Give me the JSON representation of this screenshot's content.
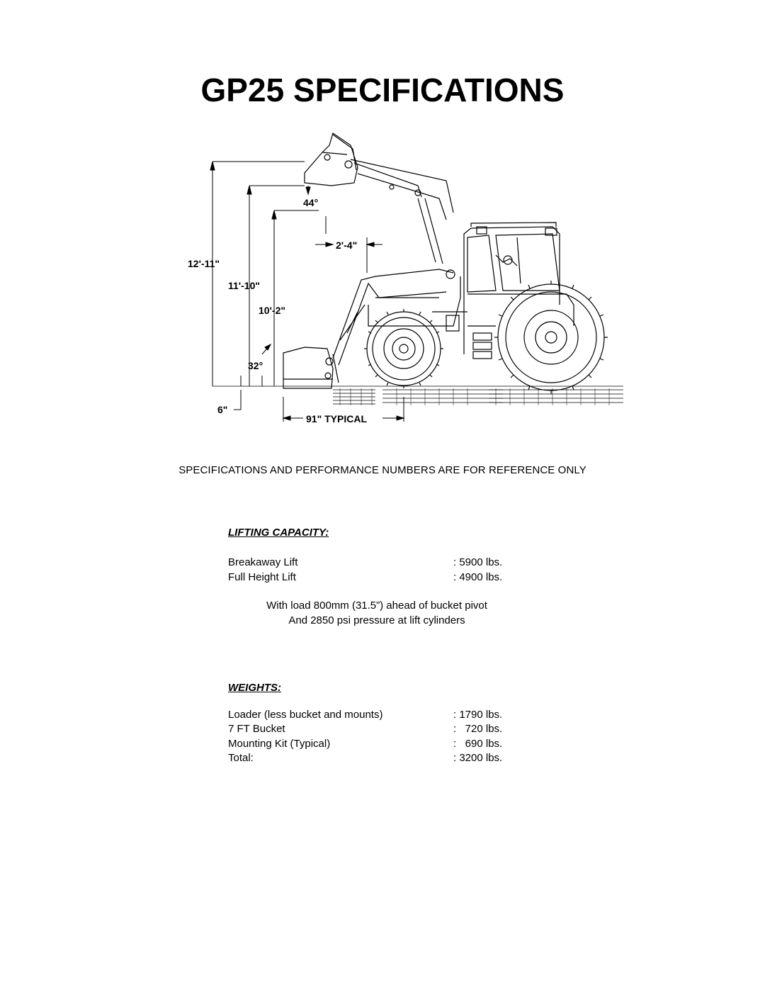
{
  "title": "GP25 SPECIFICATIONS",
  "drawing": {
    "dimensions": {
      "max_height": "12'-11\"",
      "pin_height": "11'-10\"",
      "dump_clearance": "10'-2\"",
      "dump_angle": "44°",
      "rollback_angle": "32°",
      "dump_reach": "2'-4\"",
      "dig_depth": "6\"",
      "bucket_width": "91\" TYPICAL"
    }
  },
  "disclaimer": "SPECIFICATIONS AND PERFORMANCE NUMBERS ARE FOR REFERENCE ONLY",
  "lifting_capacity": {
    "heading": "LIFTING CAPACITY:",
    "rows": [
      {
        "label": "Breakaway Lift",
        "value": ": 5900 lbs."
      },
      {
        "label": "Full Height Lift",
        "value": ": 4900 lbs."
      }
    ],
    "notes": [
      "With load 800mm (31.5”) ahead of bucket pivot",
      "And 2850 psi pressure at lift cylinders"
    ]
  },
  "weights": {
    "heading": "WEIGHTS:",
    "rows": [
      {
        "label": "Loader (less bucket and mounts)",
        "value": ": 1790 lbs."
      },
      {
        "label": "7 FT Bucket",
        "value": ":   720 lbs."
      },
      {
        "label": "Mounting Kit (Typical)",
        "value": ":   690 lbs."
      },
      {
        "label": "Total:",
        "value": ": 3200 lbs."
      }
    ]
  }
}
